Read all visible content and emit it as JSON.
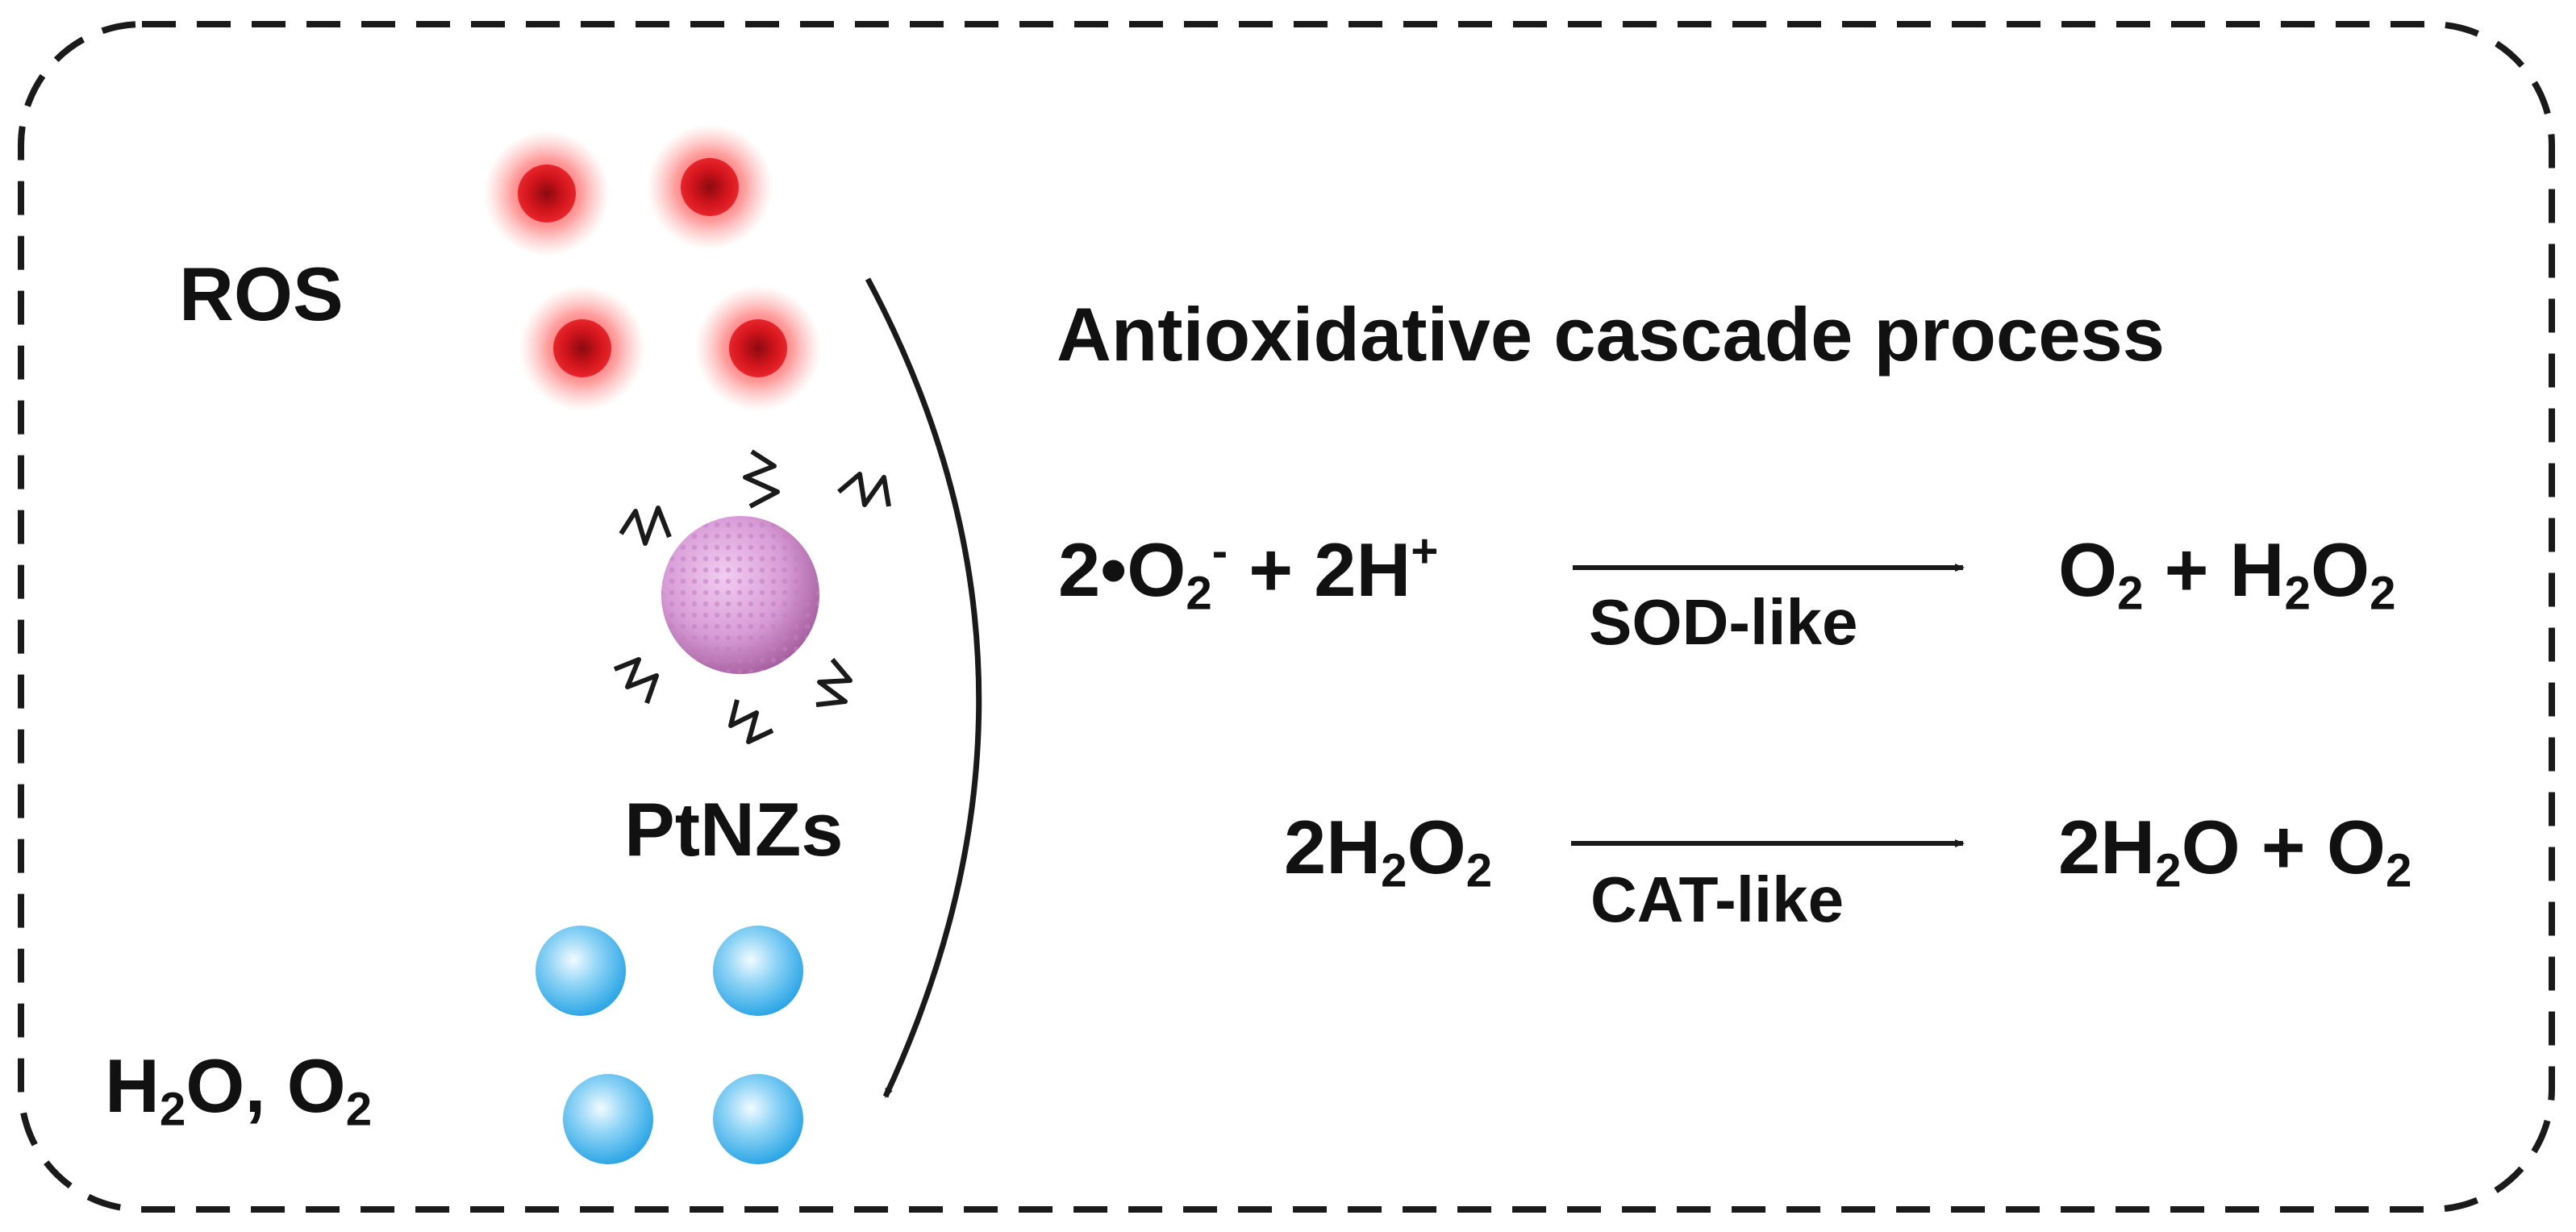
{
  "labels": {
    "ros": "ROS",
    "ptnzs": "PtNZs",
    "products_left": {
      "a": "H",
      "a_sub": "2",
      "b": "O, O",
      "b_sub": "2"
    }
  },
  "heading": "Antioxidative cascade process",
  "reactions": [
    {
      "reactants": {
        "t1": "2•O",
        "sub1": "2",
        "sup1": "-",
        "t2": " + 2H",
        "sup2": "+"
      },
      "catalyst": "SOD-like",
      "products": {
        "t1": "O",
        "sub1": "2",
        "t2": " + H",
        "sub2": "2",
        "t3": "O",
        "sub3": "2"
      }
    },
    {
      "reactants": {
        "t1": "2H",
        "sub1": "2",
        "t2": "O",
        "sub2": "2"
      },
      "catalyst": "CAT-like",
      "products": {
        "t1": "2H",
        "sub1": "2",
        "t2": "O + O",
        "sub2": "2"
      }
    }
  ],
  "colors": {
    "ros_particle": "#d1141c",
    "ros_glow": "#ff4b4b",
    "water_particle": "#46b4ea",
    "nanozyme": "#d79ad6",
    "ligand": "#1a1a1a",
    "border": "#1a1a1a"
  }
}
